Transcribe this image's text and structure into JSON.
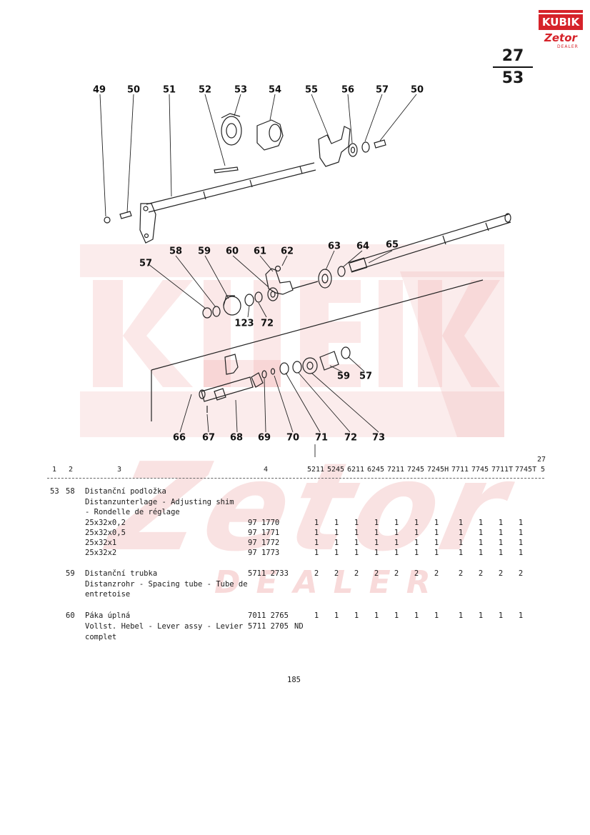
{
  "section": {
    "top": "27",
    "bottom": "53"
  },
  "logo": {
    "brand": "KUBIK",
    "sub": "Zetor",
    "tag": "DEALER"
  },
  "watermark": {
    "zetor": "Zetor",
    "dealer": "DEALER"
  },
  "callouts": {
    "upper": [
      "49",
      "50",
      "51",
      "52",
      "53",
      "54",
      "55",
      "56",
      "57",
      "50"
    ],
    "middle": [
      "57",
      "58",
      "59",
      "60",
      "61",
      "62",
      "63",
      "64",
      "65",
      "123",
      "72"
    ],
    "lower": [
      "59",
      "57",
      "66",
      "67",
      "68",
      "69",
      "70",
      "71",
      "72",
      "73"
    ]
  },
  "table": {
    "col_numbers": [
      "1",
      "2",
      "3",
      "4"
    ],
    "top_note": "27",
    "models": [
      "5211",
      "5245",
      "6211",
      "6245",
      "7211",
      "7245",
      "7245H",
      "7711",
      "7745",
      "7711T",
      "7745T"
    ],
    "models_tail": "5",
    "groups": [
      {
        "pos": "53",
        "item": "58",
        "desc": [
          "Distanční podložka",
          "Distanzunterlage - Adjusting shim",
          "- Rondelle de réglage"
        ],
        "rows": [
          {
            "size": "25x32x0,2",
            "part": "97 1770",
            "qty": [
              "1",
              "1",
              "1",
              "1",
              "1",
              "1",
              "1",
              "1",
              "1",
              "1",
              "1"
            ]
          },
          {
            "size": "25x32x0,5",
            "part": "97 1771",
            "qty": [
              "1",
              "1",
              "1",
              "1",
              "1",
              "1",
              "1",
              "1",
              "1",
              "1",
              "1"
            ]
          },
          {
            "size": "25x32x1",
            "part": "97 1772",
            "qty": [
              "1",
              "1",
              "1",
              "1",
              "1",
              "1",
              "1",
              "1",
              "1",
              "1",
              "1"
            ]
          },
          {
            "size": "25x32x2",
            "part": "97 1773",
            "qty": [
              "1",
              "1",
              "1",
              "1",
              "1",
              "1",
              "1",
              "1",
              "1",
              "1",
              "1"
            ]
          }
        ]
      },
      {
        "item": "59",
        "desc": [
          "Distanční trubka",
          "Distanzrohr - Spacing tube - Tube de",
          "entretoise"
        ],
        "part": "5711 2733",
        "qty": [
          "2",
          "2",
          "2",
          "2",
          "2",
          "2",
          "2",
          "2",
          "2",
          "2",
          "2"
        ]
      },
      {
        "item": "60",
        "desc": [
          "Páka úplná",
          "Vollst. Hebel - Lever assy - Levier",
          "complet"
        ],
        "part": "7011 2765",
        "part2": "5711 2705",
        "note": "ND",
        "qty": [
          "1",
          "1",
          "1",
          "1",
          "1",
          "1",
          "1",
          "1",
          "1",
          "1",
          "1"
        ]
      }
    ]
  },
  "page_number": "185",
  "colors": {
    "brand_red": "#d6232a",
    "watermark": "#eb9696",
    "ink": "#1a1a1a"
  }
}
